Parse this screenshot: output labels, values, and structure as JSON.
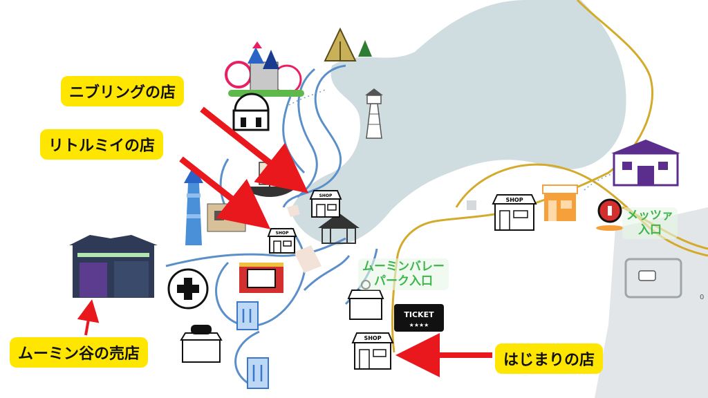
{
  "callouts": {
    "nibling_shop": "ニブリングの店",
    "little_my_shop": "リトルミイの店",
    "moomin_valley_shop": "ムーミン谷の売店",
    "hajimari_shop": "はじまりの店"
  },
  "areas": {
    "moomin_valley_park_entrance": [
      "ムーミンバレー",
      "パーク入口"
    ],
    "metsa_entrance": [
      "メッツァ",
      "入口"
    ]
  },
  "signs": {
    "shop": "SHOP",
    "ticket": "TICKET",
    "ticket_stars": "★★★★"
  },
  "edge_marker": "0",
  "colors": {
    "callout_bg": "#ffe600",
    "arrow": "#e8181d",
    "lake": "#cfdde0",
    "path": "#5b8fc9",
    "road": "#d4aa2a",
    "area_label": "#3db54a",
    "metsa_building": "#5b2d8c"
  }
}
